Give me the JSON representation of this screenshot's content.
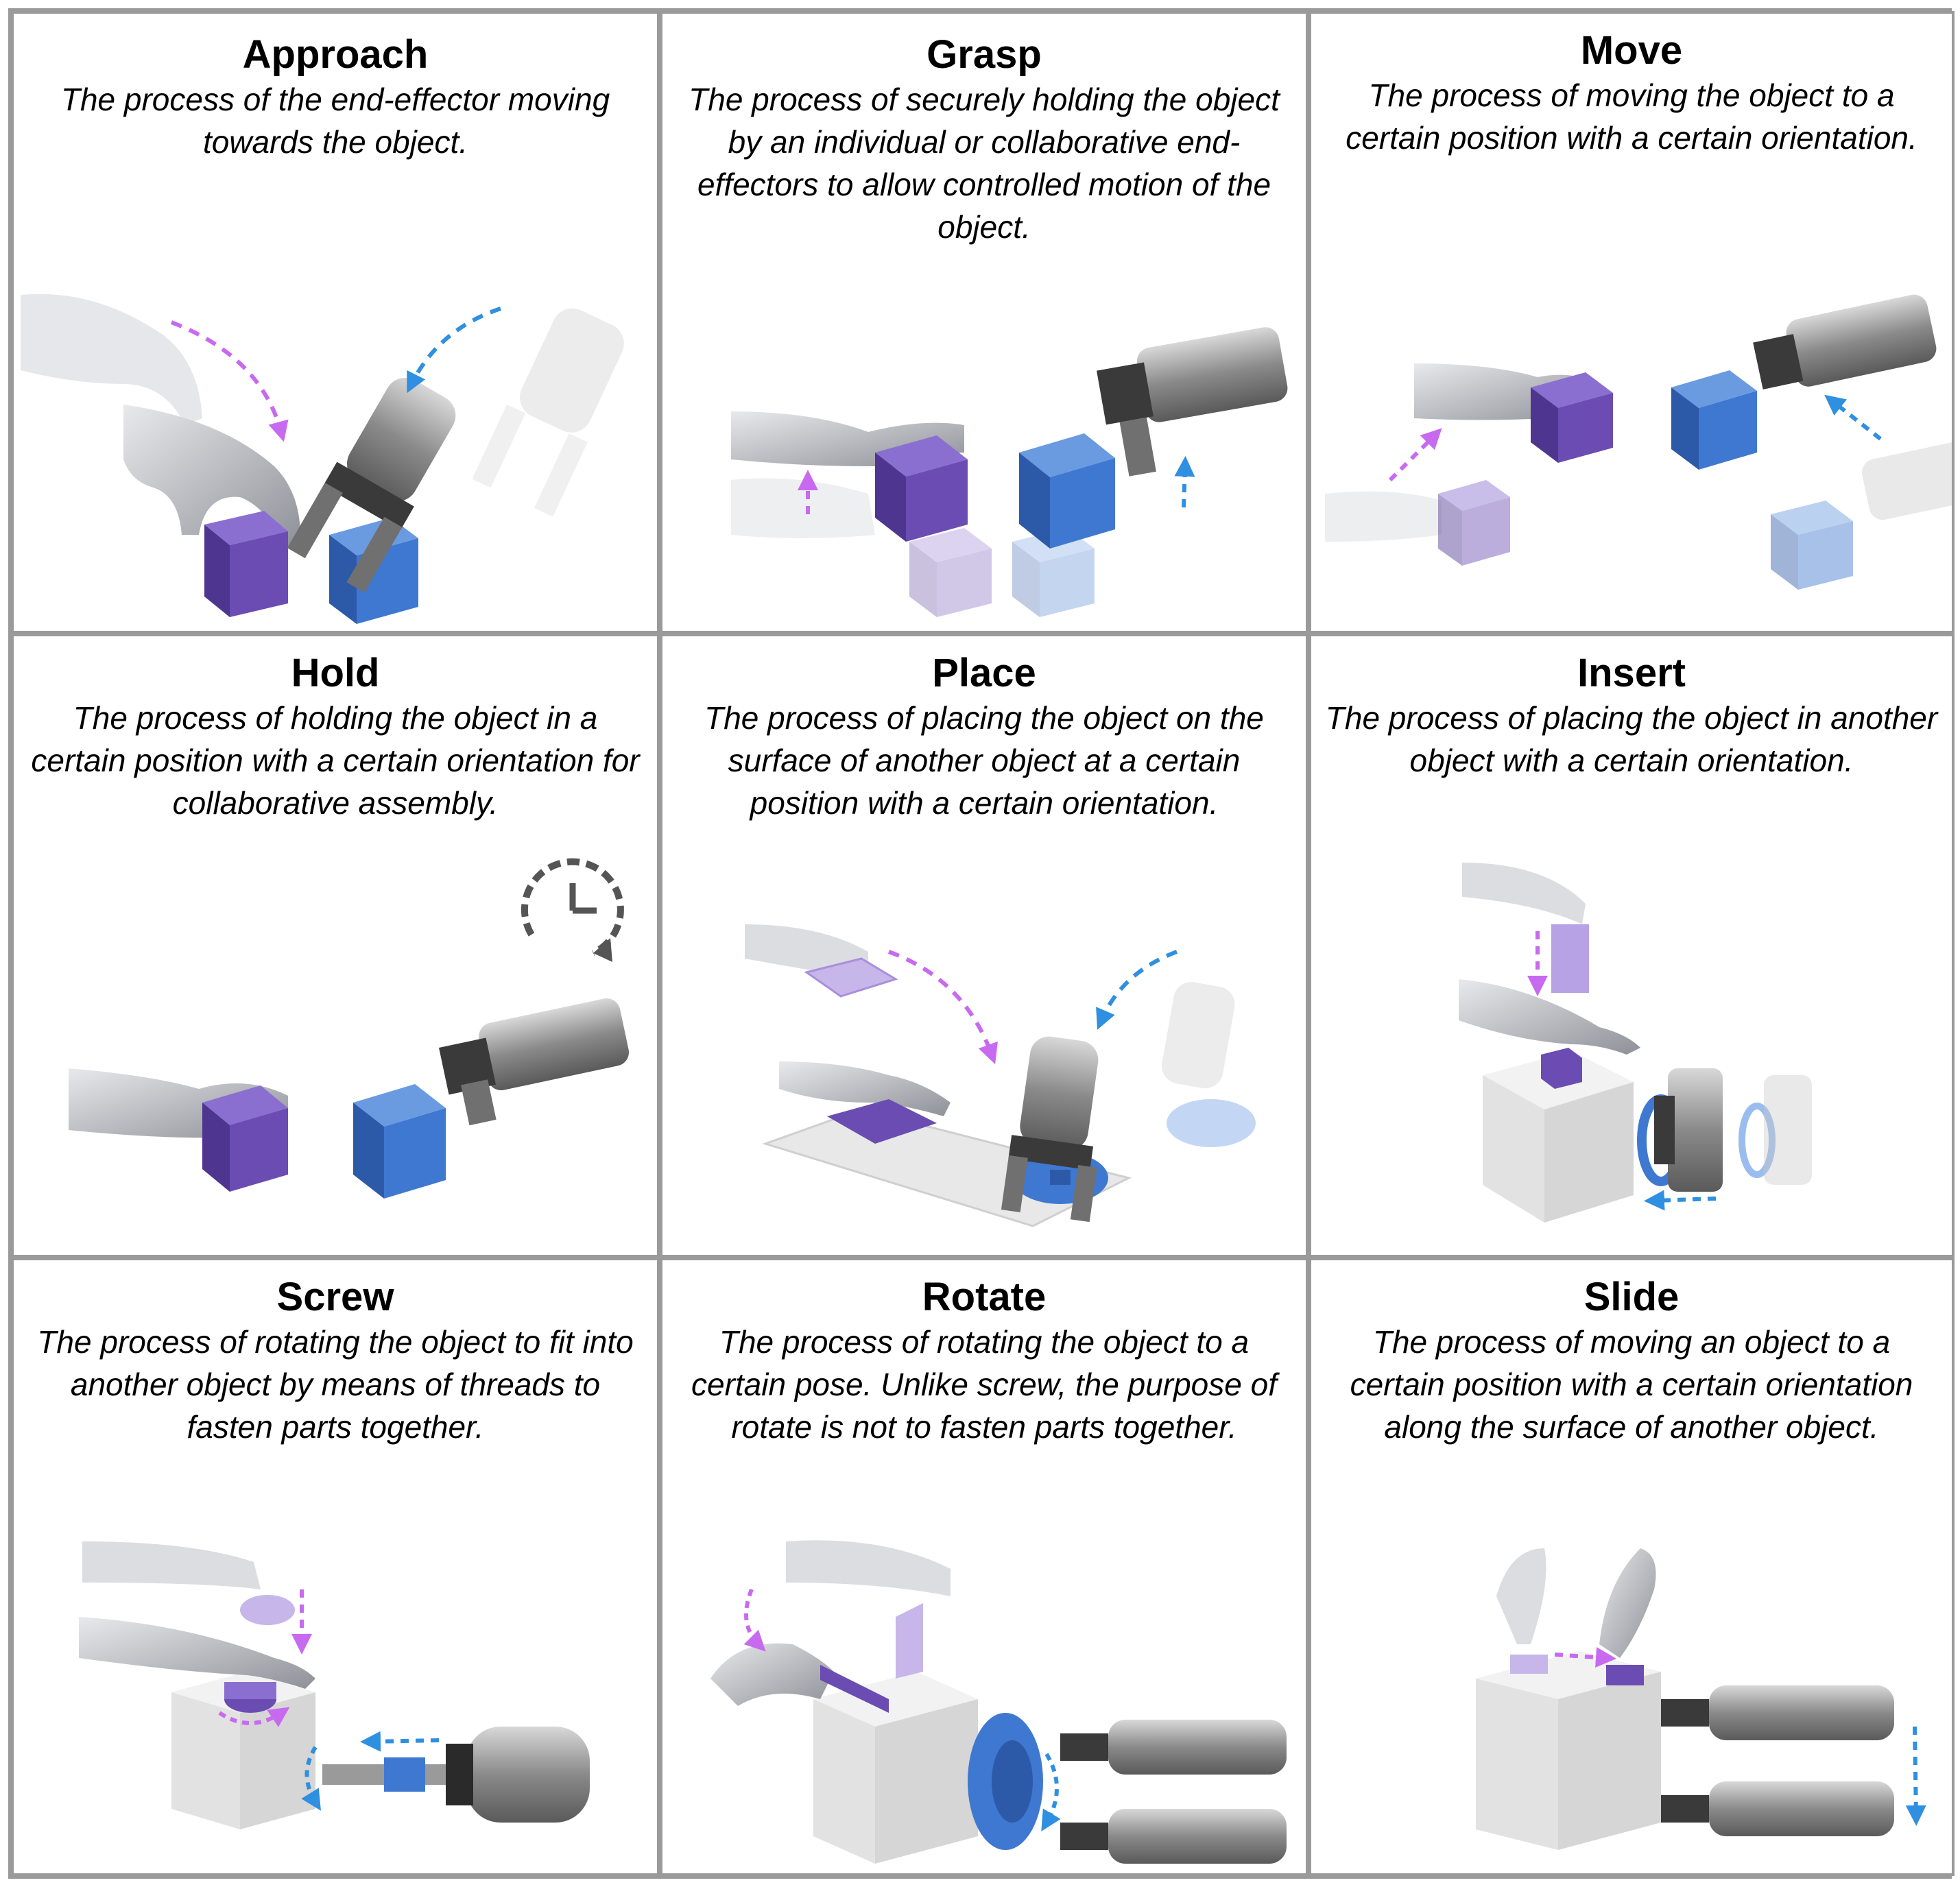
{
  "colors": {
    "purple": "#6a4cb2",
    "purple_top": "#8a6fd0",
    "purple_side": "#4e3690",
    "blue": "#3f78d0",
    "blue_top": "#6a9be0",
    "blue_side": "#2d5aa8",
    "arrow_purple": "#c86af0",
    "arrow_blue": "#2f8fe0",
    "gripper": "#8c8c8c",
    "hand": "#b9bcc2",
    "box": "#e6e6e6",
    "border": "#9a9a9a"
  },
  "panels": [
    {
      "title": "Approach",
      "description": "The process of the end-effector moving towards the object."
    },
    {
      "title": "Grasp",
      "description": "The process of securely holding the object by an individual or collaborative end-effectors to allow controlled motion of the object."
    },
    {
      "title": "Move",
      "description": "The process of moving the object to a certain position with a certain orientation."
    },
    {
      "title": "Hold",
      "description": "The process of holding the object in a certain position with a certain orientation for collaborative assembly."
    },
    {
      "title": "Place",
      "description": "The process of placing the object on the surface of another object at a certain position with a certain orientation."
    },
    {
      "title": "Insert",
      "description": "The process of placing the object in another object with a certain orientation."
    },
    {
      "title": "Screw",
      "description": "The process of rotating the object to fit into another object by means of threads to fasten parts together."
    },
    {
      "title": "Rotate",
      "description": "The process of rotating the object to a certain pose. Unlike screw, the purpose of rotate is not to fasten parts together."
    },
    {
      "title": "Slide",
      "description": "The process of moving an object to a certain position with a certain orientation along the surface of another object."
    }
  ]
}
